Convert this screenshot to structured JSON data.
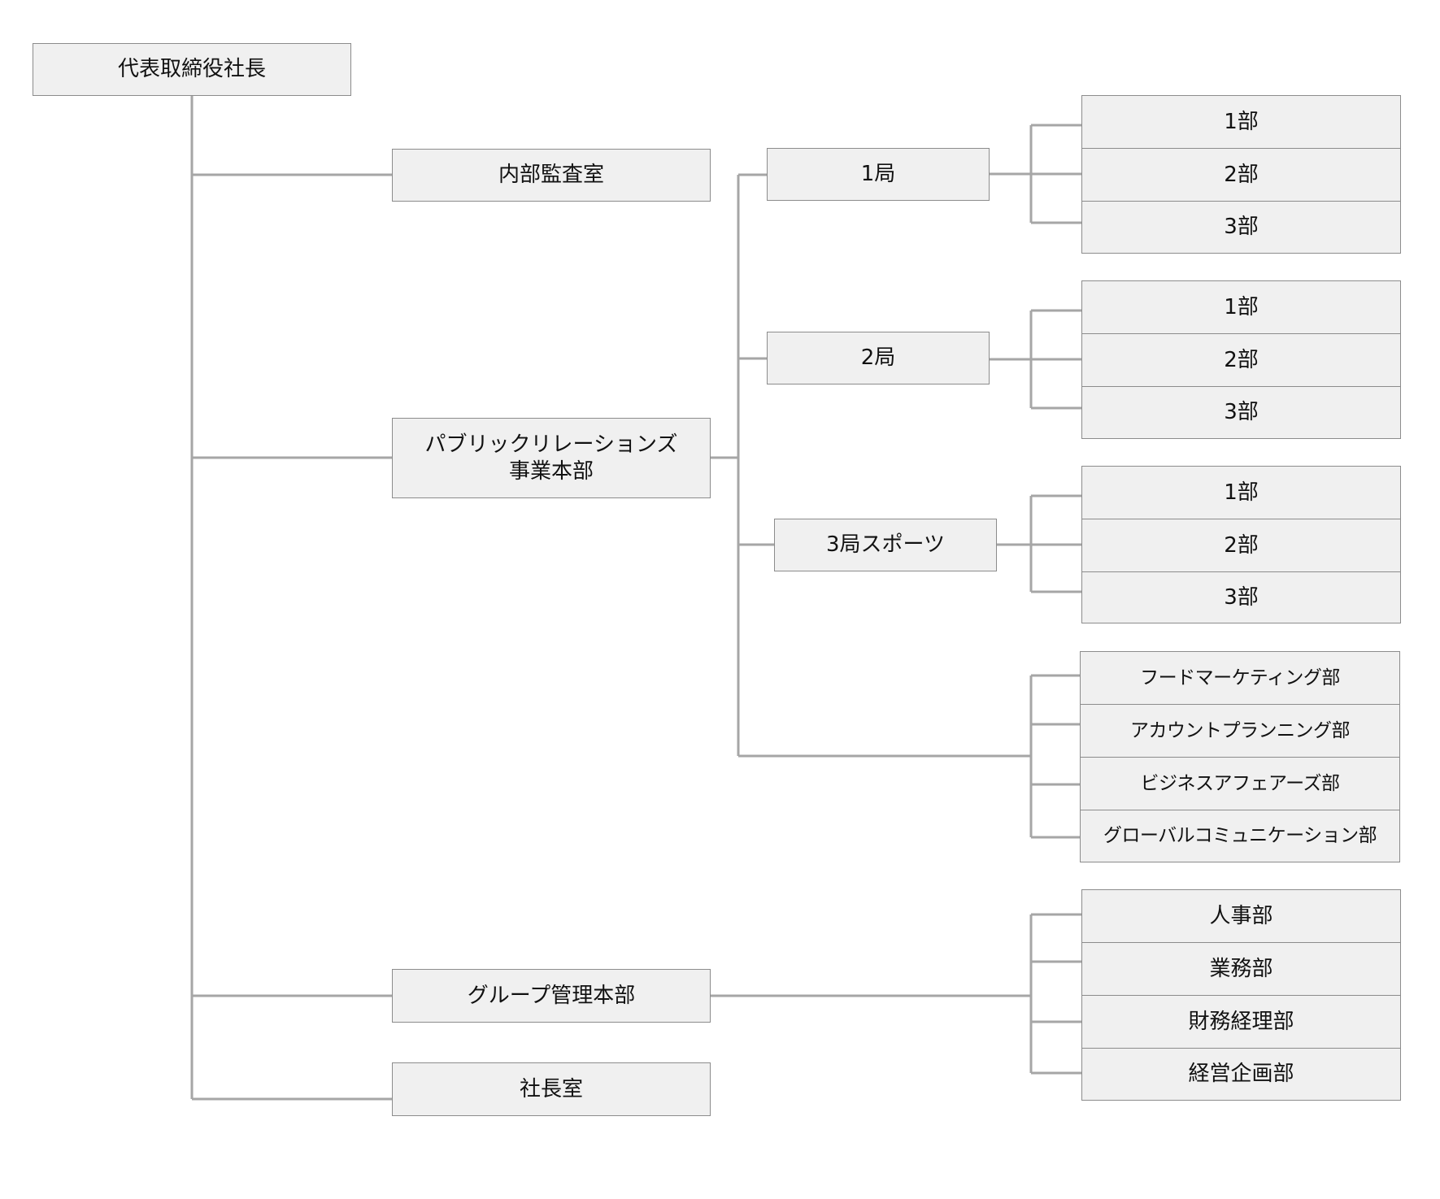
{
  "org_chart": {
    "root": "代表取締役社長",
    "audit": "内部監査室",
    "pr_division": "パブリックリレーションズ\n事業本部",
    "bureau1": {
      "name": "1局",
      "depts": [
        "1部",
        "2部",
        "3部"
      ]
    },
    "bureau2": {
      "name": "2局",
      "depts": [
        "1部",
        "2部",
        "3部"
      ]
    },
    "bureau3": {
      "name": "3局スポーツ",
      "depts": [
        "1部",
        "2部",
        "3部"
      ]
    },
    "pr_direct_depts": [
      "フードマーケティング部",
      "アカウントプランニング部",
      "ビジネスアフェアーズ部",
      "グローバルコミュニケーション部"
    ],
    "group_admin": {
      "name": "グループ管理本部",
      "depts": [
        "人事部",
        "業務部",
        "財務経理部",
        "経営企画部"
      ]
    },
    "president_office": "社長室"
  }
}
